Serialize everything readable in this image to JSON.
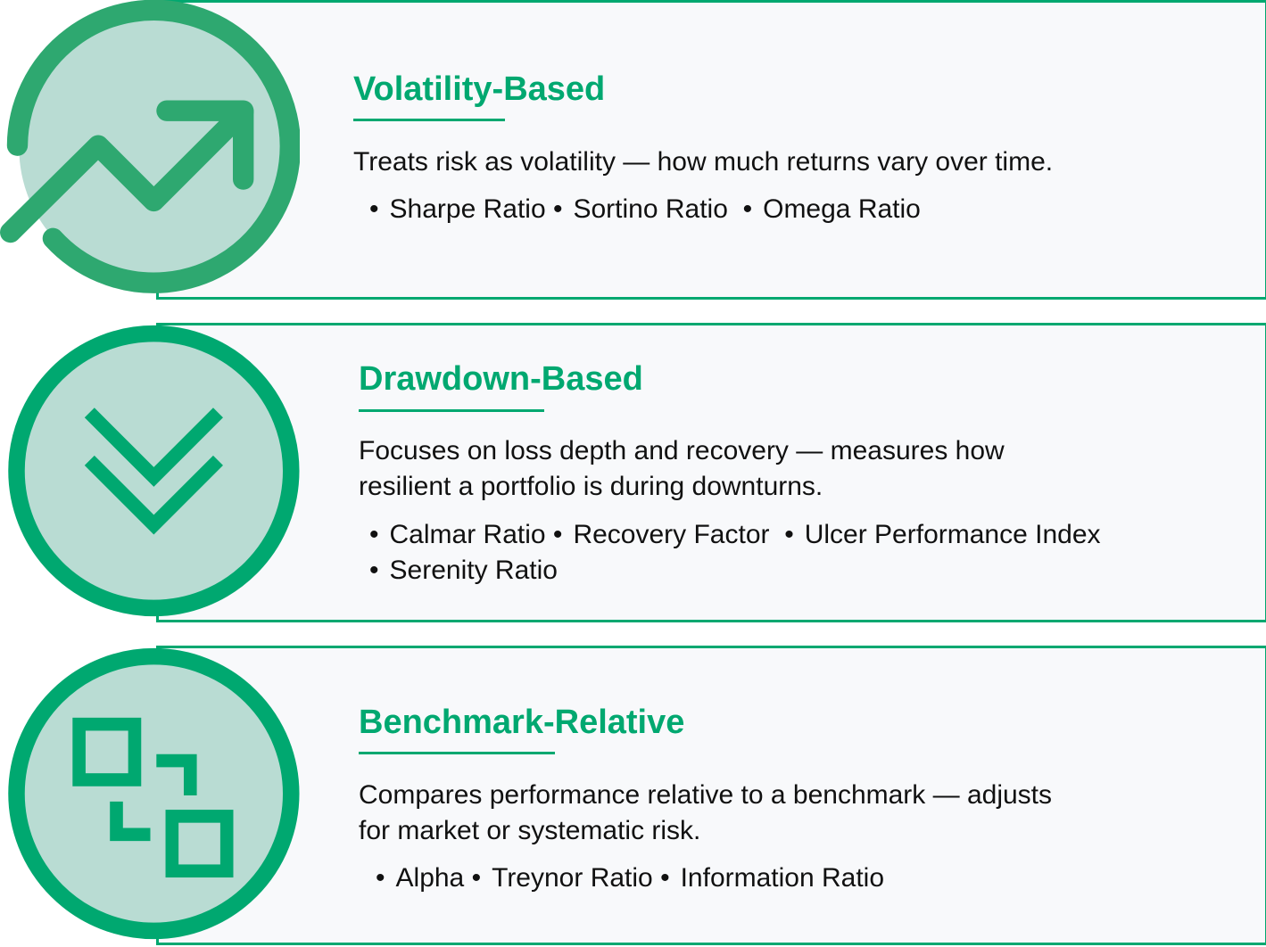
{
  "colors": {
    "accent": "#00a870",
    "icon_fill": "#b9dcd3",
    "card_bg": "#f8f9fb"
  },
  "categories": [
    {
      "icon": "trending-up-icon",
      "title": "Volatility-Based",
      "description": [
        "Treats risk as volatility — how much returns vary over time."
      ],
      "metrics": [
        "Sharpe Ratio",
        "Sortino Ratio",
        "Omega Ratio"
      ]
    },
    {
      "icon": "double-chevron-down-icon",
      "title": "Drawdown-Based",
      "description": [
        "Focuses on loss depth and recovery — measures how",
        "resilient a portfolio is during downturns."
      ],
      "metrics": [
        "Calmar Ratio",
        "Recovery Factor",
        "Ulcer Performance Index",
        "Serenity Ratio"
      ]
    },
    {
      "icon": "compare-squares-icon",
      "title": "Benchmark-Relative",
      "description": [
        "Compares performance relative to a benchmark — adjusts",
        "for market or systematic risk."
      ],
      "metrics": [
        "Alpha",
        "Treynor Ratio",
        "Information Ratio"
      ]
    }
  ]
}
